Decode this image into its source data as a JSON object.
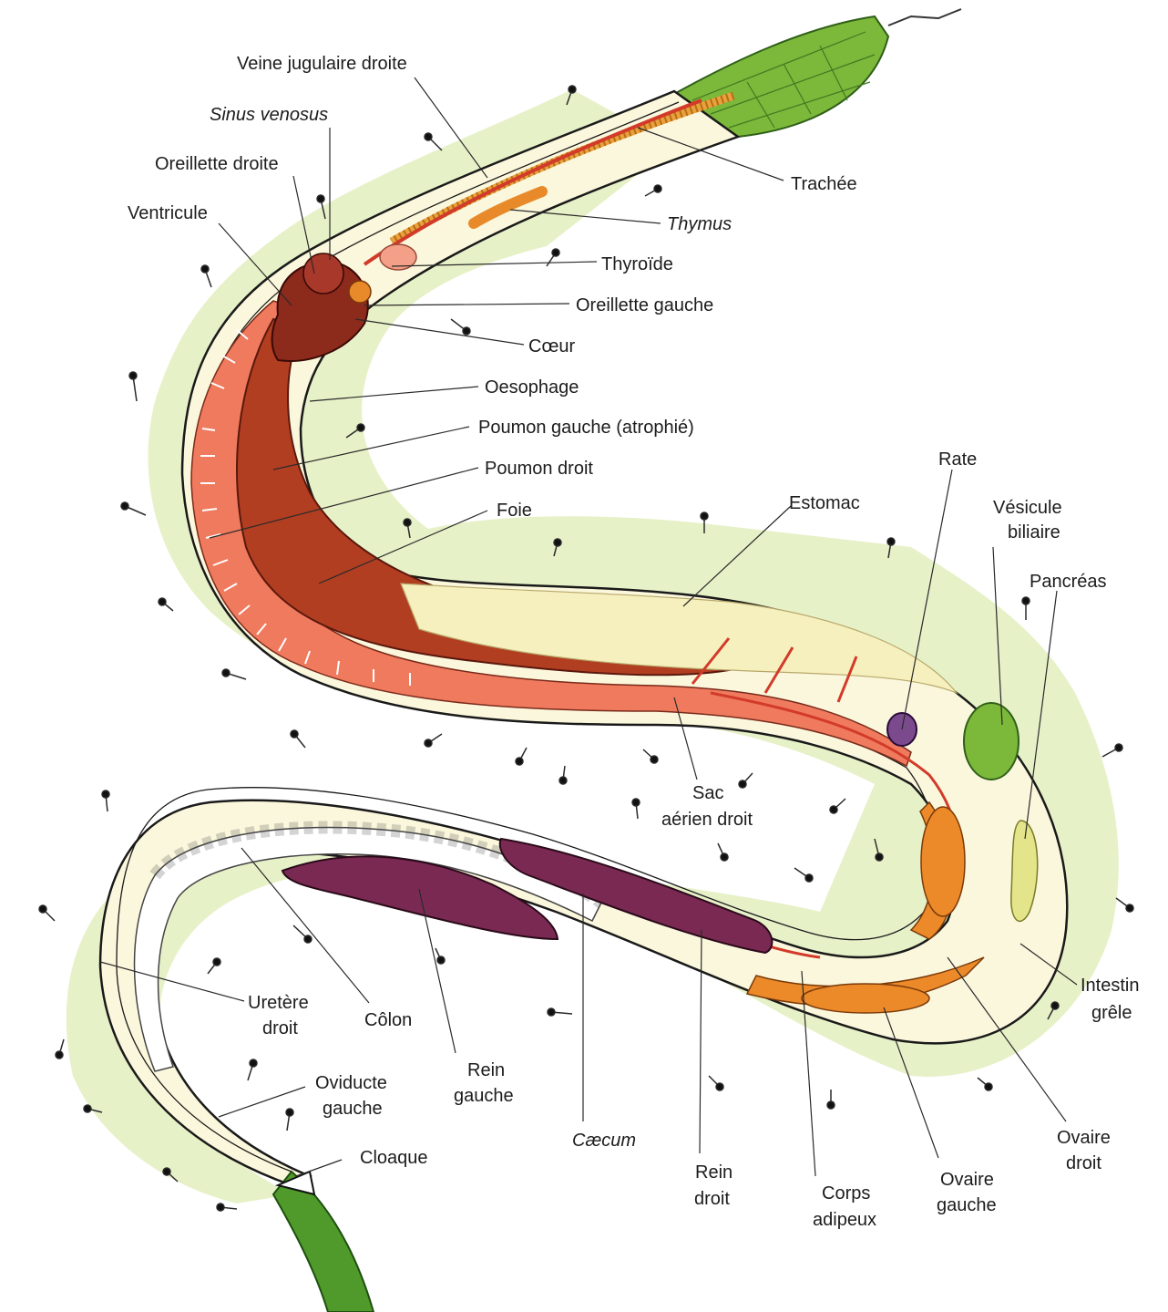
{
  "diagram": {
    "labels": {
      "veine_jugulaire": "Veine jugulaire droite",
      "sinus_venosus": "Sinus venosus",
      "oreillette_droite": "Oreillette droite",
      "ventricule": "Ventricule",
      "trachee": "Trachée",
      "thymus": "Thymus",
      "thyroide": "Thyroïde",
      "oreillette_gauche": "Oreillette gauche",
      "coeur": "Cœur",
      "oesophage": "Oesophage",
      "poumon_gauche": "Poumon gauche (atrophié)",
      "poumon_droit": "Poumon droit",
      "foie": "Foie",
      "estomac": "Estomac",
      "rate": "Rate",
      "vesicule_1": "Vésicule",
      "vesicule_2": "biliaire",
      "pancreas": "Pancréas",
      "sac_1": "Sac",
      "sac_2": "aérien droit",
      "intestin_1": "Intestin",
      "intestin_2": "grêle",
      "uretere_1": "Uretère",
      "uretere_2": "droit",
      "colon": "Côlon",
      "rein_gauche_1": "Rein",
      "rein_gauche_2": "gauche",
      "oviducte_1": "Oviducte",
      "oviducte_2": "gauche",
      "cloaque": "Cloaque",
      "caecum": "Cæcum",
      "rein_droit_1": "Rein",
      "rein_droit_2": "droit",
      "corps_1": "Corps",
      "corps_2": "adipeux",
      "ovaire_gauche_1": "Ovaire",
      "ovaire_gauche_2": "gauche",
      "ovaire_droit_1": "Ovaire",
      "ovaire_droit_2": "droit"
    },
    "colors": {
      "membrane": "#dcebb4",
      "skin": "#6fae3a",
      "body": "#faf6d8",
      "lung": "#e86a4a",
      "liver": "#a8361c",
      "heart": "#8c2a1c",
      "kidney": "#7a2a52",
      "fat": "#ec8a2a",
      "gallbladder": "#7cb83a",
      "spleen": "#7a4a8c",
      "pancreas": "#e4e48a",
      "vessel": "#d23a2a"
    }
  }
}
